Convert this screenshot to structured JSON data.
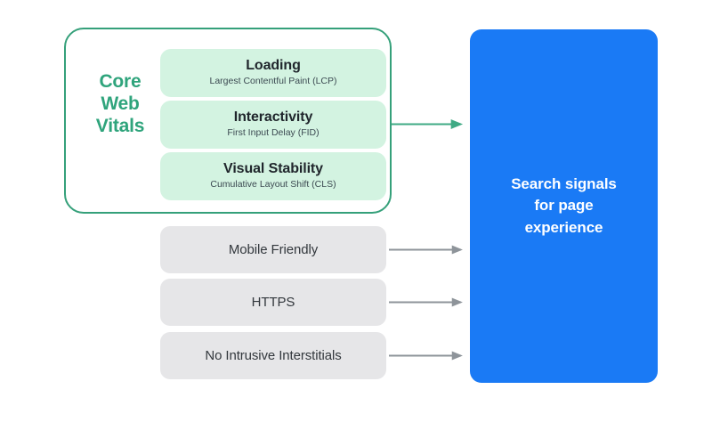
{
  "diagram": {
    "title_group": {
      "label": "Core\nWeb\nVitals",
      "label_line1": "Core",
      "label_line2": "Web",
      "label_line3": "Vitals",
      "accent_color": "#2fa47c",
      "border_color": "#35a07a",
      "card_fill": "#d3f3e1"
    },
    "vitals": [
      {
        "title": "Loading",
        "subtitle": "Largest Contentful Paint (LCP)"
      },
      {
        "title": "Interactivity",
        "subtitle": "First Input Delay (FID)"
      },
      {
        "title": "Visual Stability",
        "subtitle": "Cumulative Layout Shift (CLS)"
      }
    ],
    "other_signals": [
      {
        "label": "Mobile Friendly"
      },
      {
        "label": "HTTPS"
      },
      {
        "label": "No Intrusive Interstitials"
      }
    ],
    "target": {
      "text": "Search signals\nfor page\nexperience",
      "fill_color": "#1a7af5",
      "text_color": "#ffffff"
    },
    "connectors": {
      "vitals_arrow_color": "#3faa84",
      "signals_arrow_color": "#8e949a"
    },
    "colors": {
      "background": "#ffffff",
      "grey_box_fill": "#e6e6e8",
      "grey_text": "#33383d",
      "dark_text": "#20262c"
    }
  }
}
